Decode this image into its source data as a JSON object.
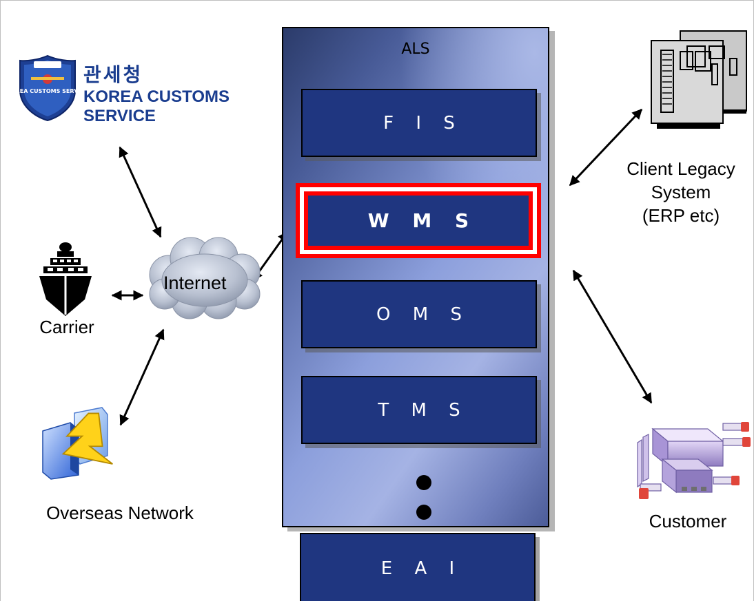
{
  "diagram": {
    "system_title": "ALS",
    "modules": [
      {
        "id": "fis",
        "label": "F I S",
        "highlighted": false
      },
      {
        "id": "wms",
        "label": "W M S",
        "highlighted": true
      },
      {
        "id": "oms",
        "label": "O M S",
        "highlighted": false
      },
      {
        "id": "tms",
        "label": "T M S",
        "highlighted": false
      }
    ],
    "eai_label": "E A I",
    "internet_label": "Internet",
    "nodes": {
      "customs": {
        "name_ko": "관세청",
        "name_en_line1": "KOREA CUSTOMS",
        "name_en_line2": "SERVICE",
        "emblem_text": "KOREA CUSTOMS SERVICE"
      },
      "carrier": {
        "label": "Carrier"
      },
      "overseas": {
        "label": "Overseas Network"
      },
      "client_legacy": {
        "line1": "Client Legacy",
        "line2": "System",
        "line3": "(ERP etc)"
      },
      "customer": {
        "label": "Customer"
      }
    },
    "colors": {
      "module_fill": "#1f3680",
      "highlight": "#ff0000",
      "customs_blue": "#1a3d8f"
    },
    "icons": [
      "shield-emblem-icon",
      "ship-icon",
      "cloud-icon",
      "lightning-building-icon",
      "server-icon",
      "connector-icon"
    ]
  }
}
